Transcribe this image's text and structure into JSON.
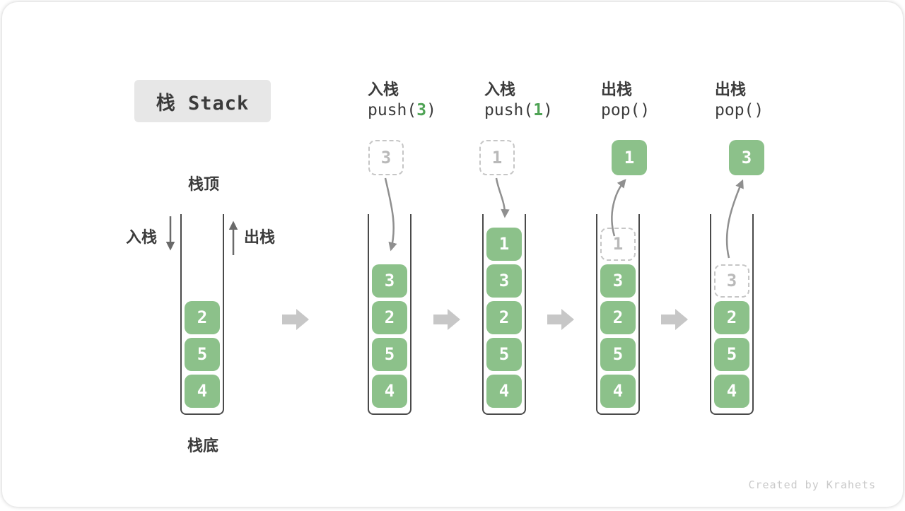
{
  "title": "栈 Stack",
  "labels": {
    "stack_top": "栈顶",
    "stack_bottom": "栈底",
    "push_side": "入栈",
    "pop_side": "出栈"
  },
  "footer": "Created by Krahets",
  "colors": {
    "box_green": "#8cc18a",
    "accent_green": "#4fa355",
    "dark_text": "#3b3b3b",
    "container_wall": "#4a4a4a",
    "dashed_gray": "#c6c6c6",
    "curve_arrow_gray": "#8f8f8f",
    "side_arrow_gray": "#6a6a6a",
    "transition_arrow": "#c7c7c7",
    "title_bg": "#e7e7e7",
    "footer_gray": "#c9c9c9"
  },
  "steps": [
    {
      "stack": [
        {
          "v": "2"
        },
        {
          "v": "5"
        },
        {
          "v": "4"
        }
      ]
    },
    {
      "op": "入栈",
      "code_pre": "push(",
      "code_arg": "3",
      "code_post": ")",
      "float": {
        "v": "3",
        "style": "dashed"
      },
      "stack": [
        {
          "v": "3"
        },
        {
          "v": "2"
        },
        {
          "v": "5"
        },
        {
          "v": "4"
        }
      ]
    },
    {
      "op": "入栈",
      "code_pre": "push(",
      "code_arg": "1",
      "code_post": ")",
      "float": {
        "v": "1",
        "style": "dashed"
      },
      "stack": [
        {
          "v": "1"
        },
        {
          "v": "3"
        },
        {
          "v": "2"
        },
        {
          "v": "5"
        },
        {
          "v": "4"
        }
      ]
    },
    {
      "op": "出栈",
      "code_pre": "pop(",
      "code_arg": "",
      "code_post": ")",
      "float": {
        "v": "1",
        "style": "solid"
      },
      "stack": [
        {
          "v": "1",
          "style": "dashed"
        },
        {
          "v": "3"
        },
        {
          "v": "2"
        },
        {
          "v": "5"
        },
        {
          "v": "4"
        }
      ]
    },
    {
      "op": "出栈",
      "code_pre": "pop(",
      "code_arg": "",
      "code_post": ")",
      "float": {
        "v": "3",
        "style": "solid"
      },
      "stack": [
        {
          "v": "3",
          "style": "dashed"
        },
        {
          "v": "2"
        },
        {
          "v": "5"
        },
        {
          "v": "4"
        }
      ]
    }
  ]
}
